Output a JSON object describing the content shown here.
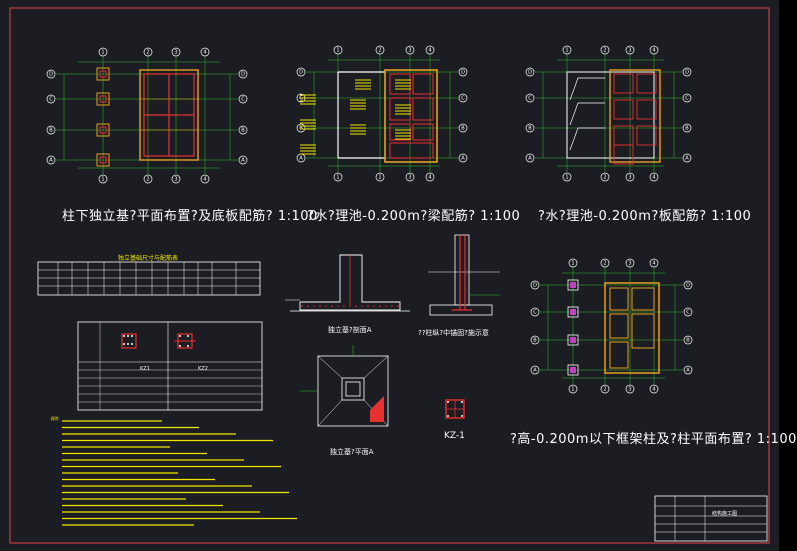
{
  "drawing": {
    "colors": {
      "background": "#1b1d22",
      "border": "#e04848",
      "axis": "#2fbf2f",
      "wall": "#e8a020",
      "beam": "#e83030",
      "text": "#ffffff",
      "note": "#f2e600"
    },
    "titles": {
      "plan1": "柱下独立基?平面布置?及底板配筋? 1:100",
      "plan2": "?水?理池-0.200m?梁配筋? 1:100",
      "plan3": "?水?理池-0.200m?板配筋? 1:100",
      "plan4": "?高-0.200m以下框架柱及?柱平面布置? 1:100",
      "section1": "独立基?剖面A",
      "section2": "??柱纵?中锚固?施示意",
      "plan_small": "独立基?平面A",
      "kz": "KZ-1"
    },
    "axes": {
      "columns": [
        "1",
        "2",
        "3",
        "4"
      ],
      "rows": [
        "A",
        "B",
        "C",
        "D"
      ]
    },
    "table": {
      "title": "独立基础尺寸与配筋表"
    },
    "column_table": {
      "headers": [
        "KZ1",
        "KZ2"
      ]
    },
    "title_block": {
      "label": "结构施工图"
    }
  }
}
